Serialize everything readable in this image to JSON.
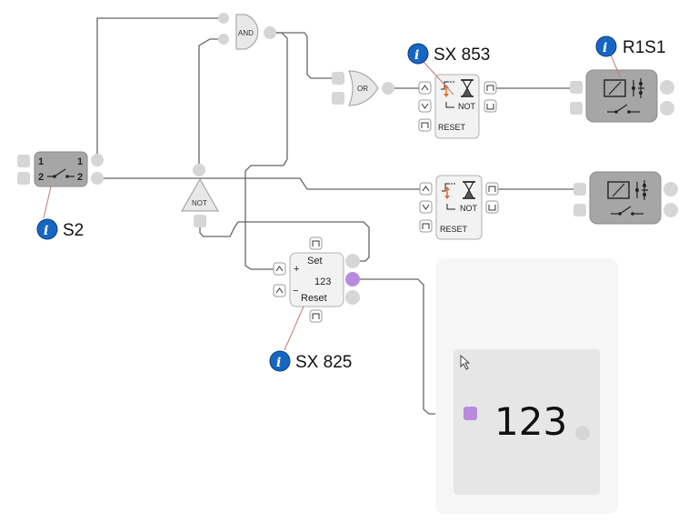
{
  "gates": {
    "and_label": "AND",
    "or_label": "OR",
    "not_label": "NOT"
  },
  "switch_s2": {
    "label": "S2",
    "pin1_left": "1",
    "pin2_left": "2",
    "pin1_right": "1",
    "pin2_right": "2"
  },
  "timer_top": {
    "label": "SX 853",
    "not_text": "NOT",
    "reset_text": "RESET"
  },
  "timer_bottom": {
    "not_text": "NOT",
    "reset_text": "RESET"
  },
  "relay_top": {
    "label": "R1S1"
  },
  "counter": {
    "label": "SX 825",
    "set_text": "Set",
    "reset_text": "Reset",
    "value_text": "123",
    "plus_text": "+",
    "minus_text": "−"
  },
  "display": {
    "value": "123"
  },
  "icons": {
    "info": "info-icon",
    "rising_edge": "rising-edge-icon",
    "falling_edge": "falling-edge-icon",
    "pulse": "pulse-icon",
    "hourglass": "hourglass-icon",
    "cursor": "cursor-arrow-icon"
  },
  "info_badge_text": "i",
  "colors": {
    "info_badge": "#1766c2",
    "accent_purple": "#b98be0",
    "arrow_orange": "#e0702a",
    "wire": "#666666"
  }
}
